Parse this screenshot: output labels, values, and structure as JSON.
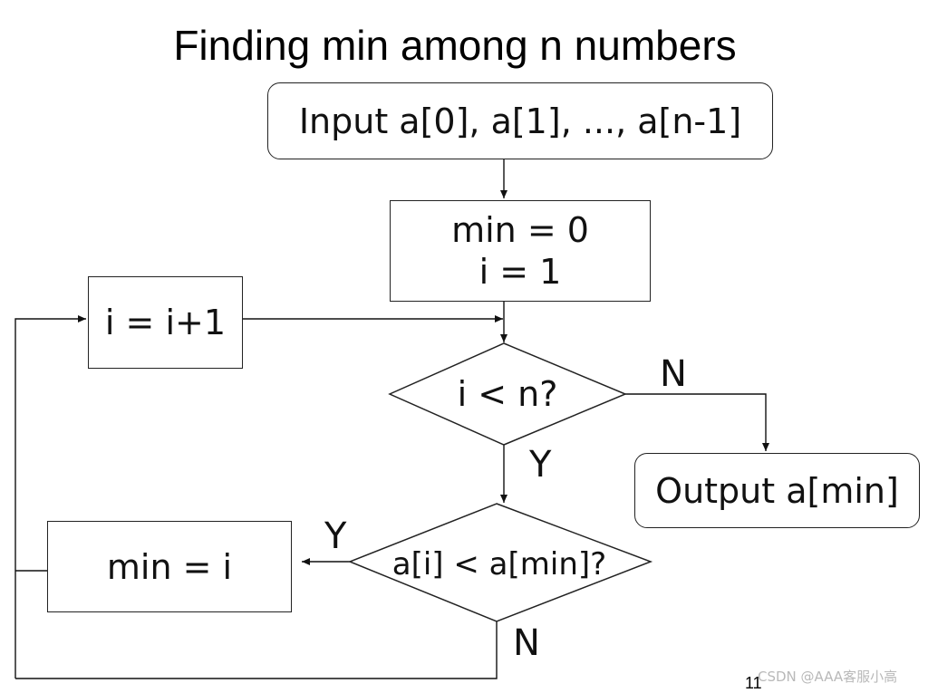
{
  "title": "Finding min among n numbers",
  "nodes": {
    "input": "Input a[0], a[1], ..., a[n-1]",
    "init_line1": "min = 0",
    "init_line2": "i = 1",
    "increment": "i = i+1",
    "loop_condition": "i < n?",
    "output": "Output a[min]",
    "compare": "a[i] < a[min]?",
    "assign": "min = i"
  },
  "branches": {
    "loop_no": "N",
    "loop_yes": "Y",
    "compare_yes": "Y",
    "compare_no": "N"
  },
  "footer": {
    "page_number": "11",
    "watermark": "CSDN @AAA客服小高"
  }
}
